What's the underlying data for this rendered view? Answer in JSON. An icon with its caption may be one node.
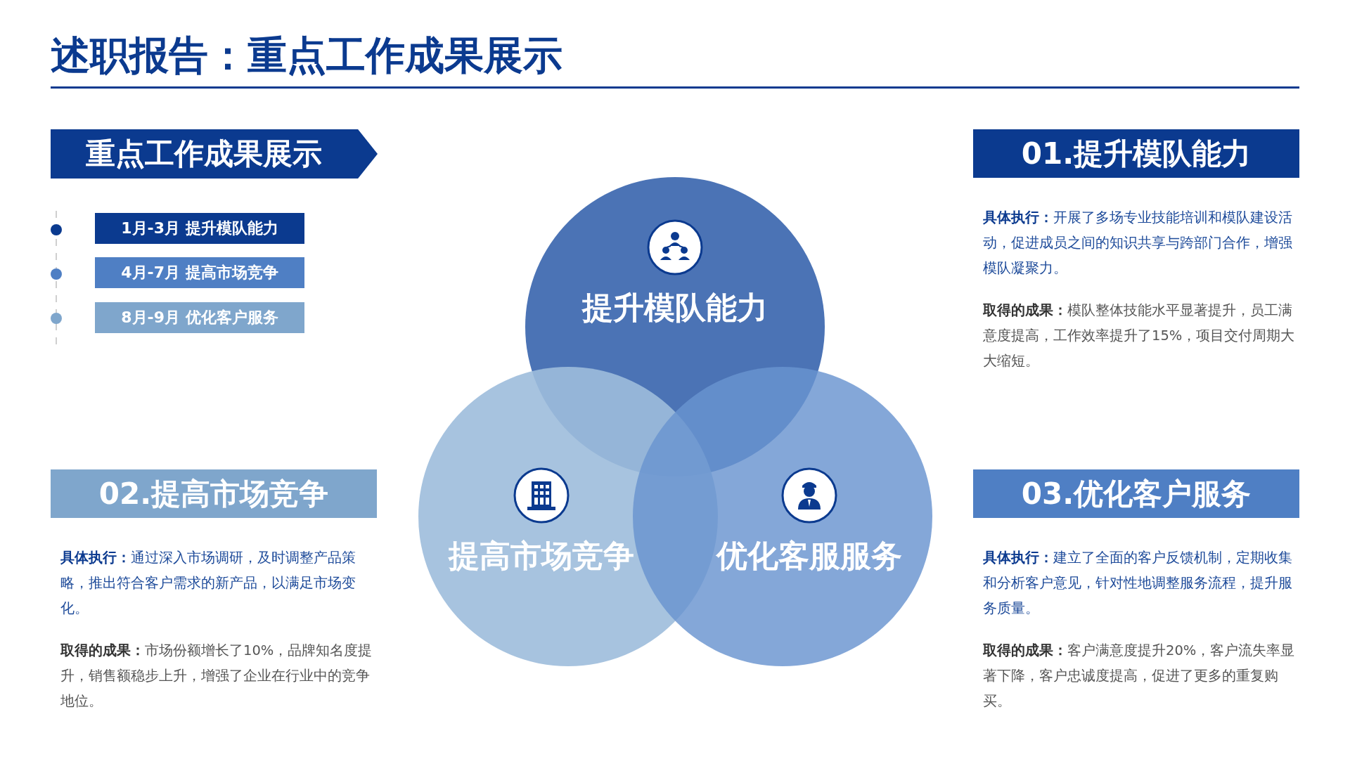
{
  "diagram": {
    "title": "述职报告：重点工作成果展示",
    "nodes": [
      {
        "text": [
          "重点工作成果展示"
        ]
      },
      {
        "text": [
          "1月-3月 提升模队能力"
        ]
      },
      {
        "text": [
          "4月-7月 提高市场竞争"
        ]
      },
      {
        "text": [
          "8月-9月 优化客户服务"
        ]
      },
      {
        "text": [
          "01.提升模队能力"
        ]
      },
      {
        "text": [
          "提升模队能力"
        ]
      },
      {
        "text": [
          "提高市场竞争"
        ]
      },
      {
        "text": [
          "优化客服服务"
        ]
      },
      {
        "text": [
          "02.提高市场竞争"
        ]
      },
      {
        "text": [
          "03.优化客户服务"
        ]
      }
    ],
    "edges": [],
    "labels": [
      "**具体执行：**开展了多场专业技能培训和模队建设活动，促进成员之间的知识共享与跨部门合作，增强模队凝聚力。",
      "**取得的成果：**模队整体技能水平显著提升，员工满意度提高，工作效率提升了15%，项目交付周期大大缩短。",
      "**具体执行：**通过深入市场调研，及时调整产品策略，推出符合客户需求的新产品，以满足市场变化。",
      "**取得的成果：**市场份额增长了10%，品牌知名度提升，销售额稳步上升，增强了企业在行业中的竞争地位。",
      "**具体执行：**建立了全面的客户反馈机制，定期收集和分析客户意见，针对性地调整服务流程，提升服务质量。",
      "**取得的成果：**客户满意度提升20%，客户流失率显著下降，客户忠诚度提高，促进了更多的重复购买。"
    ]
  }
}
